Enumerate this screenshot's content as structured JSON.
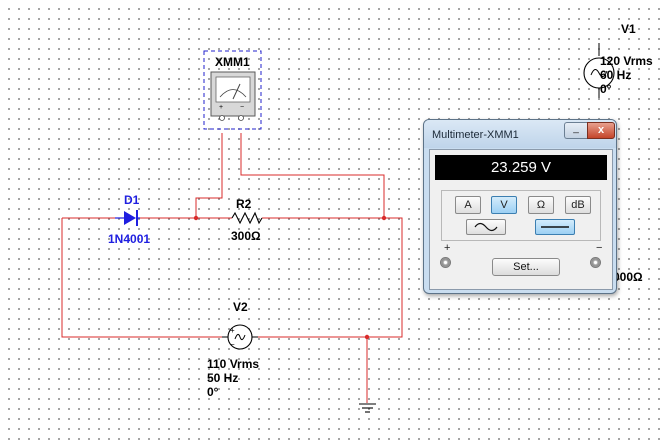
{
  "schematic": {
    "diode": {
      "ref": "D1",
      "model": "1N4001"
    },
    "resistor": {
      "ref": "R2",
      "value": "300Ω"
    },
    "source_v2": {
      "ref": "V2",
      "line1": "110 Vrms",
      "line2": "50 Hz",
      "line3": "0°"
    },
    "source_v1": {
      "ref": "V1",
      "line1": "120 Vrms",
      "line2": "60 Hz",
      "line3": "0°"
    },
    "multimeter_symbol": {
      "ref": "XMM1"
    },
    "hidden_label_fragment": "000Ω",
    "colors": {
      "wire": "#d92b2b",
      "part": "#1f1fe0",
      "ground": "#000000"
    }
  },
  "multimeter": {
    "title": "Multimeter-XMM1",
    "minimize_glyph": "_",
    "close_glyph": "x",
    "reading": "23.259 V",
    "modes": [
      "A",
      "V",
      "Ω",
      "dB"
    ],
    "active_mode": "V",
    "set_label": "Set...",
    "plus_label": "+",
    "minus_label": "−"
  }
}
